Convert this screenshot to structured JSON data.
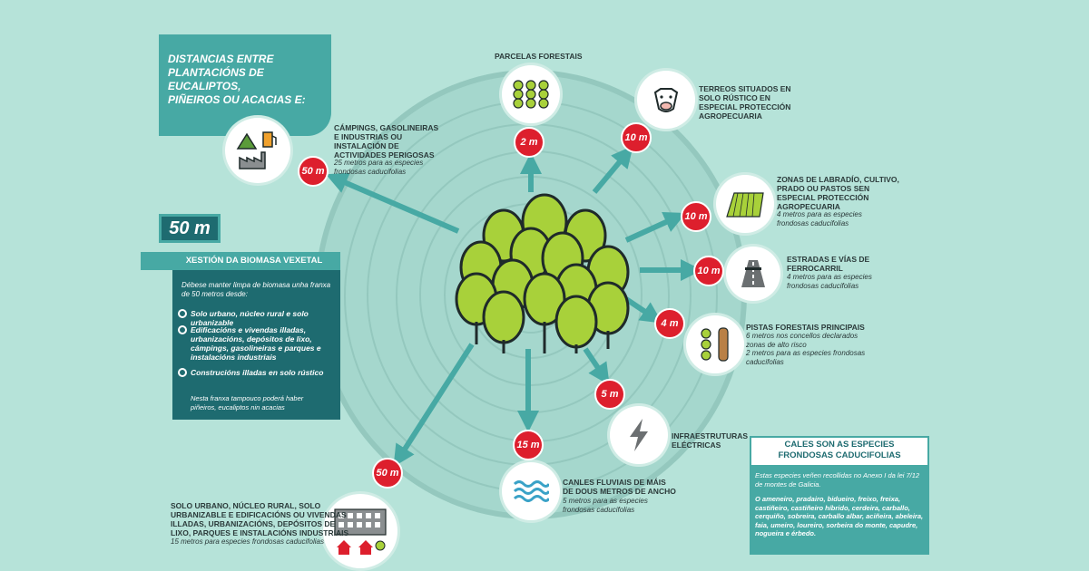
{
  "header": {
    "title_lines": [
      "DISTANCIAS ENTRE",
      "PLANTACIÓNS DE EUCALIPTOS,",
      "PIÑEIROS OU ACACIAS E:"
    ]
  },
  "biomass": {
    "badge": "50 m",
    "heading": "XESTIÓN DA BIOMASA VEXETAL",
    "intro": "Débese manter limpa de biomasa unha franxa de 50 metros desde:",
    "items": [
      "Solo urbano, núcleo rural e solo urbanizable",
      "Edificacións e vivendas illadas, urbanizacións, depósitos de lixo, cámpings, gasolineiras e parques e instalacións industriais",
      "Construcións illadas en solo rústico"
    ],
    "note": "Nesta franxa tampouco poderá haber piñeiros, eucaliptos nin acacias"
  },
  "categories": {
    "parcelas": {
      "title": "PARCELAS FORESTAIS",
      "distance": "2 m",
      "icon": "trees-icon"
    },
    "terreos": {
      "title_lines": [
        "TERREOS SITUADOS EN",
        "SOLO RÚSTICO EN",
        "ESPECIAL PROTECCIÓN",
        "AGROPECUARIA"
      ],
      "distance": "10 m",
      "icon": "cow-icon"
    },
    "labradio": {
      "title_lines": [
        "ZONAS DE LABRADÍO, CULTIVO,",
        "PRADO OU PASTOS SEN",
        "ESPECIAL PROTECCIÓN",
        "AGROPECUARIA"
      ],
      "sub_lines": [
        "4 metros para as especies",
        "frondosas caducifolias"
      ],
      "distance": "10 m",
      "icon": "field-icon"
    },
    "estradas": {
      "title_lines": [
        "ESTRADAS E VÍAS DE",
        "FERROCARRIL"
      ],
      "sub_lines": [
        "4 metros para as especies",
        "frondosas caducifolias"
      ],
      "distance": "10 m",
      "icon": "road-icon"
    },
    "pistas": {
      "title_lines": [
        "PISTAS FORESTAIS PRINCIPAIS"
      ],
      "sub_lines": [
        "6 metros nos concellos declarados",
        "zonas de alto risco",
        "2 metros para as especies frondosas",
        "caducifolias"
      ],
      "distance": "4 m",
      "icon": "forest-track-icon"
    },
    "infra": {
      "title_lines": [
        "INFRAESTRUTURAS",
        "ELÉCTRICAS"
      ],
      "distance": "5 m",
      "icon": "lightning-icon"
    },
    "canles": {
      "title_lines": [
        "CANLES FLUVIAIS DE MÁIS",
        "DE DOUS METROS DE ANCHO"
      ],
      "sub_lines": [
        "5 metros para as especies",
        "frondosas caducifolias"
      ],
      "distance": "15 m",
      "icon": "water-icon"
    },
    "solo": {
      "title_lines": [
        "SOLO URBANO, NÚCLEO RURAL, SOLO",
        "URBANIZABLE E EDIFICACIÓNS OU VIVENDAS",
        "ILLADAS, URBANIZACIÓNS, DEPÓSITOS DE",
        "LIXO, PARQUES E INSTALACIÓNS INDUSTRIAIS"
      ],
      "sub_lines": [
        "15 metros para especies frondosas caducifolias"
      ],
      "distance": "50 m",
      "icon": "buildings-icon"
    },
    "campings": {
      "title_lines": [
        "CÁMPINGS, GASOLINEIRAS",
        "E INDUSTRIAS OU",
        "INSTALACIÓN DE",
        "ACTIVIDADES PERIGOSAS"
      ],
      "sub_lines": [
        "25 metros para as especies",
        "frondosas caducifolias"
      ],
      "distance": "50 m",
      "icon": "camping-gas-factory-icon"
    }
  },
  "species_box": {
    "title_lines": [
      "CALES SON AS ESPECIES",
      "FRONDOSAS CADUCIFOLIAS"
    ],
    "intro_lines": [
      "Estas especies veñen recollidas no Anexo I da lei 7/12",
      "de montes de Galicia."
    ],
    "list_lines": [
      "O ameneiro, pradairo, bidueiro, freixo, freixa,",
      "castiñeiro, castiñeiro híbrido, cerdeira, carballo,",
      "cerquiño, sobreira, carballo albar, aciñeira, abeleira,",
      "faia, umeiro, loureiro, sorbeira do monte, capudre,",
      "nogueira e érbedo."
    ]
  },
  "colors": {
    "background": "#b6e3d9",
    "accent_red": "#dd1f2d",
    "teal_dark": "#1e6b70",
    "teal_mid": "#47a9a4",
    "tree_green": "#a8d13a"
  }
}
